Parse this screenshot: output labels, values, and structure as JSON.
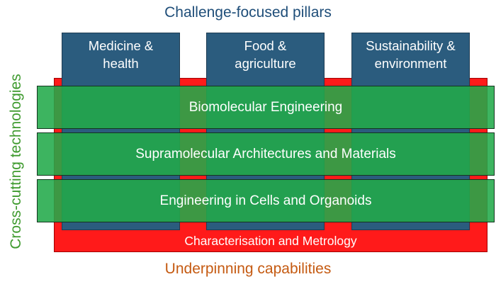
{
  "header": {
    "title": "Challenge-focused pillars"
  },
  "pillars": [
    {
      "label": "Medicine & health"
    },
    {
      "label": "Food & agriculture"
    },
    {
      "label": "Sustainability & environment"
    }
  ],
  "cross_cutting": {
    "title": "Cross-cutting technologies",
    "bands": [
      {
        "label": "Biomolecular Engineering"
      },
      {
        "label": "Supramolecular Architectures and Materials"
      },
      {
        "label": "Engineering in Cells and Organoids"
      }
    ]
  },
  "underpinning": {
    "title": "Underpinning capabilities",
    "label": "Characterisation and Metrology"
  },
  "colors": {
    "pillar": "#2b5c7e",
    "band": "#22aa4a",
    "underpinning_box": "#ff1a1a",
    "title_top": "#1f4e79",
    "title_bottom": "#c55a11",
    "title_side": "#3e9a2e"
  }
}
